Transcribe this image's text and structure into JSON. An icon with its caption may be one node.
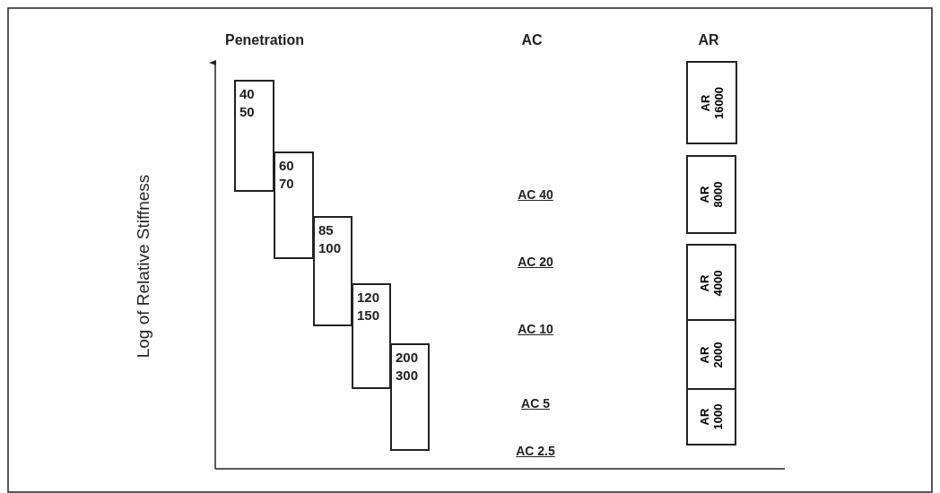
{
  "diagram": {
    "nodes": [
      {
        "text": [
          "40 50"
        ]
      },
      {
        "text": [
          "60 70"
        ]
      },
      {
        "text": [
          "85 100"
        ]
      },
      {
        "text": [
          "120 150"
        ]
      },
      {
        "text": [
          "200 300"
        ]
      },
      {
        "text": [
          "AR 16000"
        ]
      },
      {
        "text": [
          "AR 8000"
        ]
      },
      {
        "text": [
          "AR 4000"
        ]
      },
      {
        "text": [
          "AR 2000"
        ]
      },
      {
        "text": [
          "AR 1000"
        ]
      }
    ],
    "edges": [],
    "labels": [
      "Penetration",
      "AC",
      "AR",
      "Log of Relative Stiffness",
      "AC 40",
      "AC 20",
      "AC 10",
      "AC 5",
      "AC 2.5"
    ]
  }
}
